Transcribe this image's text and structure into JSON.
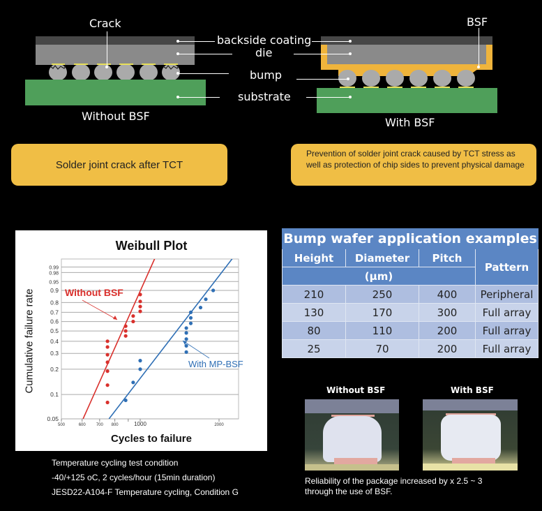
{
  "diagram_left": {
    "crack_label": "Crack",
    "caption": "Without BSF"
  },
  "diagram_right": {
    "bsf_label": "BSF",
    "caption": "With BSF"
  },
  "layer_labels": {
    "backside_coating": "backside coating",
    "die": "die",
    "bump": "bump",
    "substrate": "substrate"
  },
  "callouts": {
    "left": "Solder joint crack after TCT",
    "right": "Prevention of solder joint crack caused by TCT stress as well as protection of chip sides to prevent physical damage"
  },
  "colors": {
    "callout_bg": "#f0be45",
    "substrate": "#4f9f5a",
    "die": "#8a8a8a",
    "backside_coating": "#474747",
    "bsf": "#efb43c",
    "table_header": "#5b86c4",
    "without_bsf_series": "#d9302c",
    "with_bsf_series": "#2f6fb5"
  },
  "chart_data": {
    "type": "scatter",
    "title": "Weibull Plot",
    "xlabel": "Cycles to failure",
    "ylabel": "Cumulative failure rate",
    "x_scale": "log",
    "y_scale": "weibull",
    "xlim": [
      500,
      2400
    ],
    "ylim": [
      0.05,
      0.999
    ],
    "x_ticks": [
      {
        "value": 500,
        "label": "500"
      },
      {
        "value": 600,
        "label": "600"
      },
      {
        "value": 700,
        "label": "700"
      },
      {
        "value": 800,
        "label": "800"
      },
      {
        "value": 900,
        "label": ""
      },
      {
        "value": 1000,
        "label": "1000"
      },
      {
        "value": 2000,
        "label": "2000"
      }
    ],
    "y_ticks": [
      {
        "value": 0.05,
        "label": "0.05"
      },
      {
        "value": 0.1,
        "label": "0.1"
      },
      {
        "value": 0.2,
        "label": "0.2"
      },
      {
        "value": 0.3,
        "label": "0.3"
      },
      {
        "value": 0.4,
        "label": "0.4"
      },
      {
        "value": 0.5,
        "label": "0.5"
      },
      {
        "value": 0.6,
        "label": "0.6"
      },
      {
        "value": 0.7,
        "label": "0.7"
      },
      {
        "value": 0.8,
        "label": "0.8"
      },
      {
        "value": 0.9,
        "label": "0.9"
      },
      {
        "value": 0.95,
        "label": "0.95"
      },
      {
        "value": 0.98,
        "label": "0.98"
      },
      {
        "value": 0.99,
        "label": "0.99"
      }
    ],
    "grid": true,
    "series": [
      {
        "name": "Without BSF",
        "color": "#d9302c",
        "points": [
          [
            750,
            0.08
          ],
          [
            750,
            0.13
          ],
          [
            750,
            0.19
          ],
          [
            750,
            0.24
          ],
          [
            750,
            0.29
          ],
          [
            750,
            0.35
          ],
          [
            750,
            0.4
          ],
          [
            880,
            0.45
          ],
          [
            880,
            0.5
          ],
          [
            880,
            0.55
          ],
          [
            940,
            0.6
          ],
          [
            940,
            0.66
          ],
          [
            1000,
            0.71
          ],
          [
            1000,
            0.76
          ],
          [
            1000,
            0.81
          ],
          [
            1000,
            0.87
          ]
        ],
        "fit_line": [
          [
            605,
            0.05
          ],
          [
            1160,
            0.999
          ]
        ]
      },
      {
        "name": "With MP-BSF",
        "color": "#2f6fb5",
        "points": [
          [
            880,
            0.085
          ],
          [
            940,
            0.14
          ],
          [
            1000,
            0.2
          ],
          [
            1000,
            0.25
          ],
          [
            1500,
            0.31
          ],
          [
            1500,
            0.36
          ],
          [
            1500,
            0.42
          ],
          [
            1500,
            0.48
          ],
          [
            1500,
            0.53
          ],
          [
            1560,
            0.58
          ],
          [
            1560,
            0.64
          ],
          [
            1560,
            0.7
          ],
          [
            1700,
            0.75
          ],
          [
            1780,
            0.83
          ],
          [
            1900,
            0.9
          ]
        ],
        "fit_line": [
          [
            760,
            0.05
          ],
          [
            2330,
            0.999
          ]
        ]
      }
    ],
    "annotations": [
      {
        "text": "Without BSF",
        "series": "Without BSF"
      },
      {
        "text": "With MP-BSF",
        "series": "With MP-BSF"
      }
    ]
  },
  "test_conditions": [
    "Temperature cycling test condition",
    "-40/+125 oC, 2 cycles/hour (15min duration)",
    "JESD22-A104-F Temperature cycling, Condition G"
  ],
  "table": {
    "title": "Bump wafer application examples",
    "headers": [
      "Height",
      "Diameter",
      "Pitch",
      "Pattern"
    ],
    "unit": "(μm)",
    "rows": [
      [
        "210",
        "250",
        "400",
        "Peripheral"
      ],
      [
        "130",
        "170",
        "300",
        "Full array"
      ],
      [
        "80",
        "110",
        "200",
        "Full array"
      ],
      [
        "25",
        "70",
        "200",
        "Full array"
      ]
    ]
  },
  "photos": {
    "without_label": "Without BSF",
    "with_label": "With BSF",
    "caption_line1": "Reliability of the package increased by x 2.5 ~ 3",
    "caption_line2": "through the use of BSF."
  }
}
